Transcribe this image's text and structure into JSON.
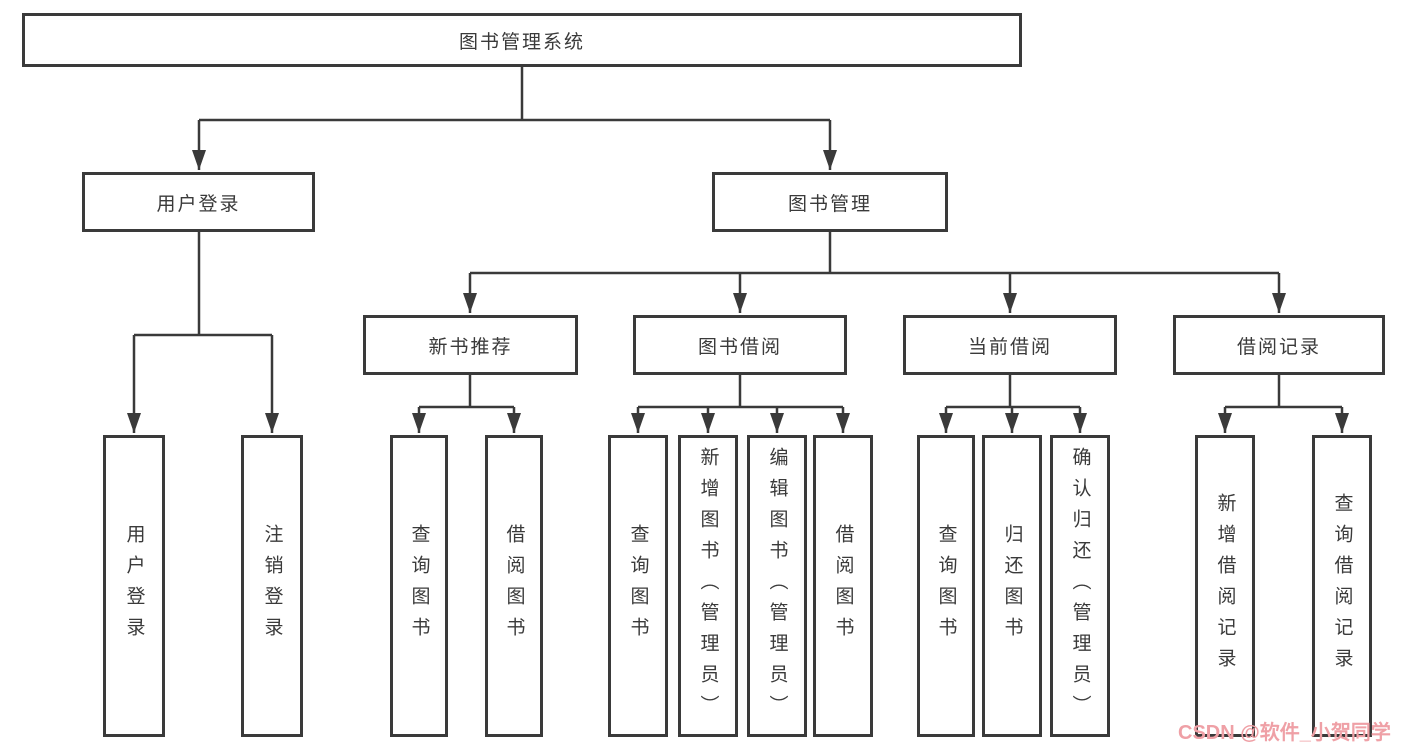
{
  "diagram": {
    "root": {
      "label": "图书管理系统"
    },
    "branches": [
      {
        "label": "用户登录",
        "children": [
          {
            "label": "用户登录"
          },
          {
            "label": "注销登录"
          }
        ]
      },
      {
        "label": "图书管理",
        "children": [
          {
            "label": "新书推荐",
            "children": [
              {
                "label": "查询图书"
              },
              {
                "label": "借阅图书"
              }
            ]
          },
          {
            "label": "图书借阅",
            "children": [
              {
                "label": "查询图书"
              },
              {
                "label": "新增图书（管理员）"
              },
              {
                "label": "编辑图书（管理员）"
              },
              {
                "label": "借阅图书"
              }
            ]
          },
          {
            "label": "当前借阅",
            "children": [
              {
                "label": "查询图书"
              },
              {
                "label": "归还图书"
              },
              {
                "label": "确认归还（管理员）"
              }
            ]
          },
          {
            "label": "借阅记录",
            "children": [
              {
                "label": "新增借阅记录"
              },
              {
                "label": "查询借阅记录"
              }
            ]
          }
        ]
      }
    ],
    "colors": {
      "line": "#3a3a3a",
      "box_border": "#3a3a3a",
      "text": "#3a3a3a",
      "watermark": "#efa0a6",
      "background": "#ffffff"
    },
    "watermark": {
      "text": "CSDN @软件_小贺同学"
    }
  }
}
